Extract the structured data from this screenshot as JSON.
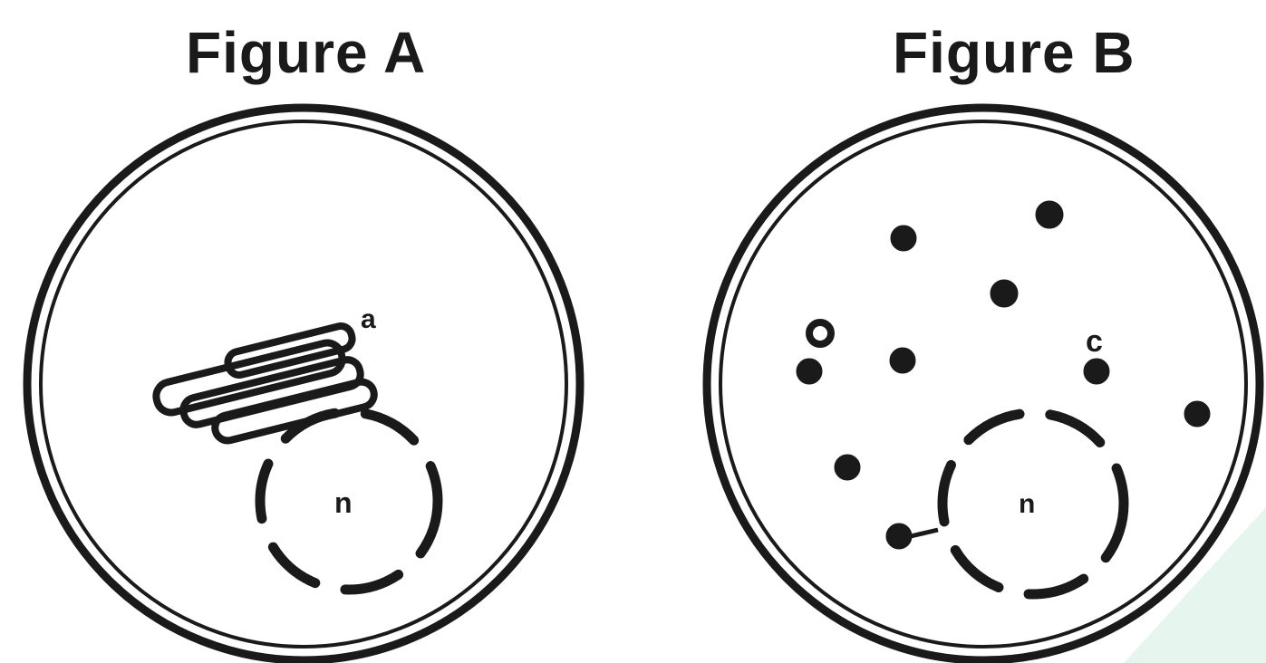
{
  "figures": [
    {
      "title": "Figure A",
      "label": "a",
      "center_label": "n"
    },
    {
      "title": "Figure B",
      "label": "c",
      "center_label": "n"
    }
  ],
  "colors": {
    "ink": "#1a1a1a",
    "background": "#ffffff",
    "corner_tint": "#e6f5ee"
  }
}
